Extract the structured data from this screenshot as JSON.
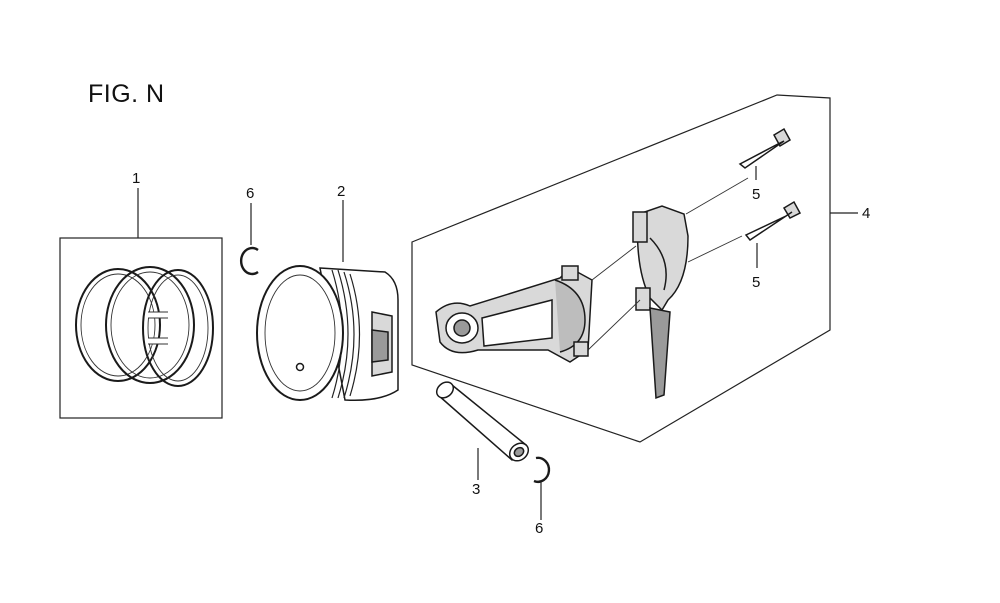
{
  "figure": {
    "title": "FIG. N"
  },
  "callouts": {
    "piston_ring_set": "1",
    "piston": "2",
    "piston_pin": "3",
    "connecting_rod_assembly": "4",
    "rod_bolt_upper": "5",
    "rod_bolt_lower": "5",
    "pin_clip_upper": "6",
    "pin_clip_lower": "6"
  },
  "colors": {
    "line": "#1a1a1a",
    "shade": "#d9d9d9",
    "dark": "#9a9a9a",
    "background": "#ffffff"
  }
}
